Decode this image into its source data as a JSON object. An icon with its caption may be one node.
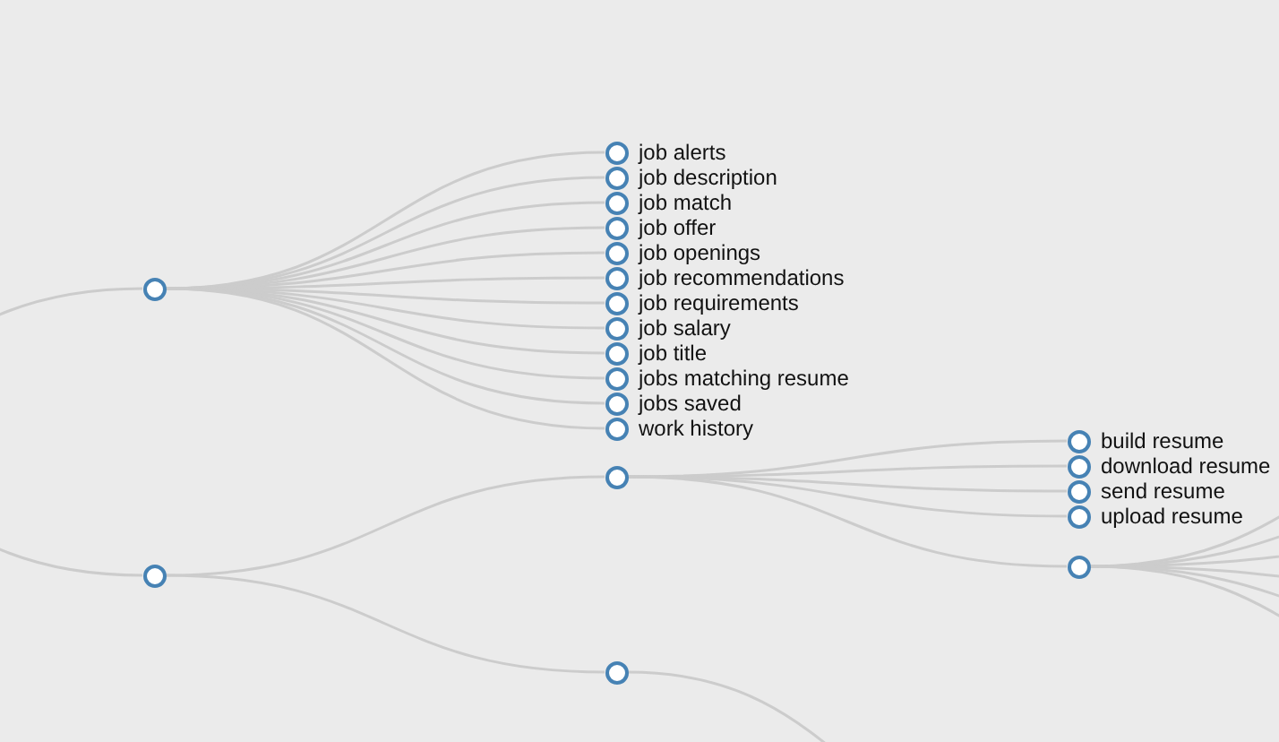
{
  "diagram": {
    "nodes": [
      {
        "text": [],
        "shape": "circle"
      },
      {
        "text": [
          "job alerts"
        ]
      },
      {
        "text": [
          "job description"
        ]
      },
      {
        "text": [
          "job match"
        ]
      },
      {
        "text": [
          "job offer"
        ]
      },
      {
        "text": [
          "job openings"
        ]
      },
      {
        "text": [
          "job recommendations"
        ]
      },
      {
        "text": [
          "job requirements"
        ]
      },
      {
        "text": [
          "job salary"
        ]
      },
      {
        "text": [
          "job title"
        ]
      },
      {
        "text": [
          "jobs matching resume"
        ]
      },
      {
        "text": [
          "jobs saved"
        ]
      },
      {
        "text": [
          "work history"
        ]
      },
      {
        "text": [],
        "shape": "circle"
      },
      {
        "text": [],
        "shape": "circle"
      },
      {
        "text": [
          "build resume"
        ]
      },
      {
        "text": [
          "download resume"
        ]
      },
      {
        "text": [
          "send resume"
        ]
      },
      {
        "text": [
          "upload resume"
        ]
      },
      {
        "text": [],
        "shape": "circle"
      },
      {
        "text": [],
        "shape": "circle"
      }
    ],
    "edges": [
      {
        "from": null,
        "to": 0,
        "arrow": "none"
      },
      {
        "from": 0,
        "to": 1,
        "arrow": "none"
      },
      {
        "from": 0,
        "to": 2,
        "arrow": "none"
      },
      {
        "from": 0,
        "to": 3,
        "arrow": "none"
      },
      {
        "from": 0,
        "to": 4,
        "arrow": "none"
      },
      {
        "from": 0,
        "to": 5,
        "arrow": "none"
      },
      {
        "from": 0,
        "to": 6,
        "arrow": "none"
      },
      {
        "from": 0,
        "to": 7,
        "arrow": "none"
      },
      {
        "from": 0,
        "to": 8,
        "arrow": "none"
      },
      {
        "from": 0,
        "to": 9,
        "arrow": "none"
      },
      {
        "from": 0,
        "to": 10,
        "arrow": "none"
      },
      {
        "from": 0,
        "to": 11,
        "arrow": "none"
      },
      {
        "from": 0,
        "to": 12,
        "arrow": "none"
      },
      {
        "from": null,
        "to": 13,
        "arrow": "none"
      },
      {
        "from": 13,
        "to": 14,
        "arrow": "none"
      },
      {
        "from": 13,
        "to": 20,
        "arrow": "none"
      },
      {
        "from": 14,
        "to": 15,
        "arrow": "none"
      },
      {
        "from": 14,
        "to": 16,
        "arrow": "none"
      },
      {
        "from": 14,
        "to": 17,
        "arrow": "none"
      },
      {
        "from": 14,
        "to": 18,
        "arrow": "none"
      },
      {
        "from": 14,
        "to": 19,
        "arrow": "none"
      },
      {
        "from": 19,
        "to": null,
        "arrow": "none"
      },
      {
        "from": 19,
        "to": null,
        "arrow": "none"
      },
      {
        "from": 19,
        "to": null,
        "arrow": "none"
      },
      {
        "from": 19,
        "to": null,
        "arrow": "none"
      },
      {
        "from": 19,
        "to": null,
        "arrow": "none"
      },
      {
        "from": 19,
        "to": null,
        "arrow": "none"
      },
      {
        "from": 20,
        "to": null,
        "arrow": "none"
      }
    ]
  }
}
